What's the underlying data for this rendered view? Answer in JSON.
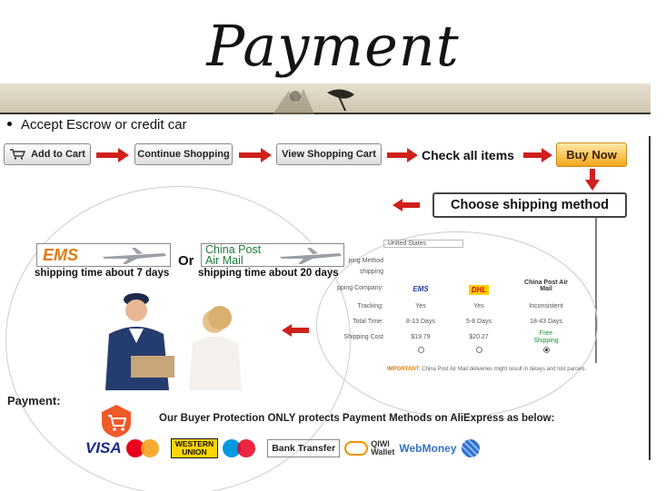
{
  "title": "Payment",
  "bullet": "Accept Escrow or credit car",
  "steps": {
    "add_to_cart": "Add to Cart",
    "continue_shopping": "Continue Shopping",
    "view_cart": "View Shopping Cart",
    "check_items": "Check all items",
    "buy_now": "Buy Now",
    "choose_shipping": "Choose shipping method"
  },
  "shipping": {
    "ems_logo": "EMS",
    "or": "Or",
    "china_post_line1": "China Post",
    "china_post_line2": "Air Mail",
    "ems_time": "shipping time about 7 days",
    "china_time": "shipping time about 20 days"
  },
  "table": {
    "country": "United States",
    "method_label": "ping Method",
    "shipping_label": "shipping",
    "company_label": "pping Company:",
    "tracking_label": "Tracking:",
    "total_time_label": "Total Time:",
    "cost_label": "Shipping Cost",
    "columns": [
      {
        "name": "EMS",
        "tracking": "Yes",
        "time": "8-13 Days",
        "cost": "$19.79",
        "selected": false
      },
      {
        "name": "DHL",
        "tracking": "Yes",
        "time": "5-8 Days",
        "cost": "$20.27",
        "selected": false
      },
      {
        "name": "China Post Air Mail",
        "tracking": "Inconsistent",
        "time": "18-43 Days",
        "cost": "Free Shipping",
        "selected": true
      }
    ],
    "notice_bold": "IMPORTANT:",
    "notice_text": "China Post Air Mail deliveries might result in delays and lost parcels."
  },
  "payment": {
    "label": "Payment:",
    "protection": "Our Buyer Protection ONLY protects Payment Methods on AliExpress as below:",
    "methods": {
      "visa": "VISA",
      "western_union_1": "WESTERN",
      "western_union_2": "UNION",
      "bank": "Bank Transfer",
      "qiwi_1": "QIWI",
      "qiwi_2": "Wallet",
      "webmoney": "WebMoney"
    }
  },
  "colors": {
    "arrow_red": "#d0201c",
    "buy_now_orange": "#f4a51d",
    "china_post_green": "#1f7a3a"
  }
}
